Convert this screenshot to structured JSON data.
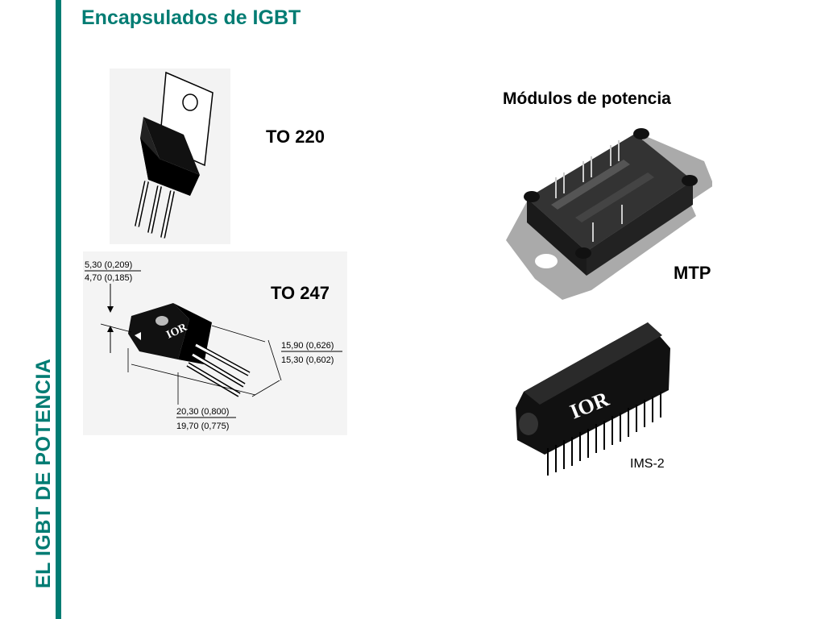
{
  "slide": {
    "title": "Encapsulados de IGBT",
    "side_title": "EL IGBT  DE POTENCIA",
    "accent_color": "#007c73"
  },
  "packages": {
    "to220_label": "TO 220",
    "to247_label": "TO 247",
    "modules_heading": "Módulos de potencia",
    "mtp_label": "MTP",
    "ims2_label": "IMS-2"
  },
  "to247_dimensions": {
    "top_upper": "5,30 (0,209)",
    "top_lower": "4,70 (0,185)",
    "right_upper": "15,90 (0,626)",
    "right_lower": "15,30 (0,602)",
    "bottom_upper": "20,30 (0,800)",
    "bottom_lower": "19,70 (0,775)"
  },
  "logos": {
    "to247_logo": "IOR",
    "ims2_logo": "IOR"
  }
}
